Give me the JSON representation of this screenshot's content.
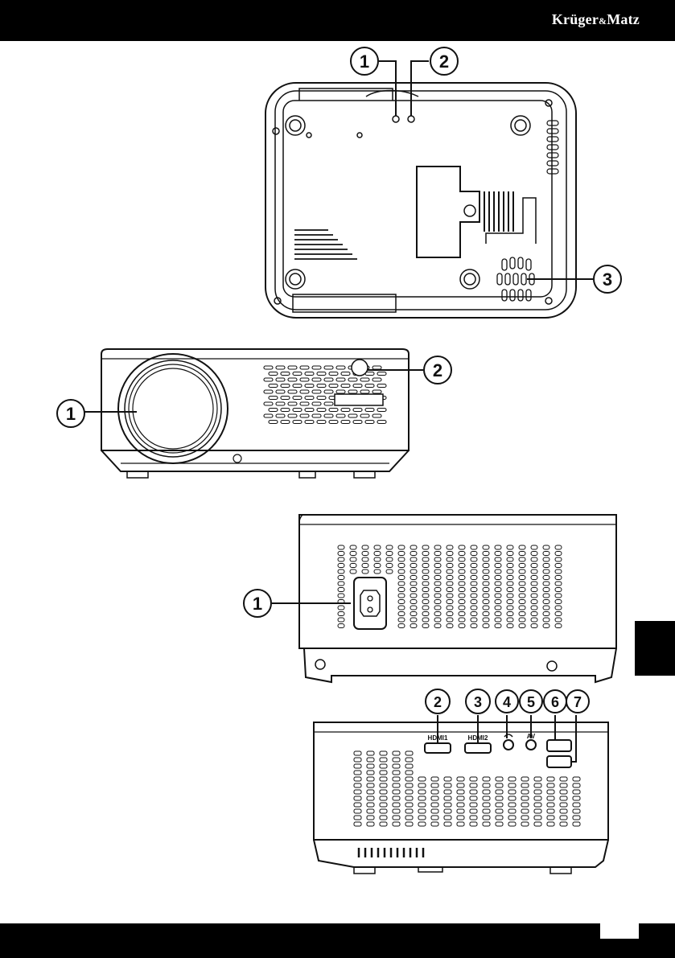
{
  "header": {
    "brand_main": "Krüger",
    "brand_amp": "&",
    "brand_tail": "Matz"
  },
  "figures": {
    "bottom_view": {
      "callouts": [
        "1",
        "2",
        "3"
      ]
    },
    "front_view": {
      "callouts": [
        "1",
        "2"
      ]
    },
    "power_side": {
      "callouts": [
        "1"
      ]
    },
    "io_side": {
      "callouts": [
        "2",
        "3",
        "4",
        "5",
        "6",
        "7"
      ],
      "port_labels": {
        "hdmi1": "HDMI1",
        "hdmi2": "HDMI2",
        "av": "AV"
      }
    }
  }
}
